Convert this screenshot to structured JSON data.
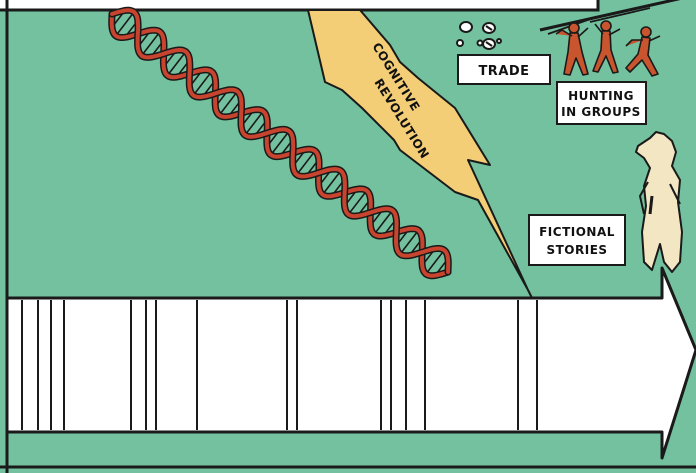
{
  "colors": {
    "background": "#73c19e",
    "ink": "#1a1a1a",
    "dna": "#c8442f",
    "lightning": "#f4cd77",
    "figures": "#c8552e",
    "creature": "#f3e6c3",
    "panel": "#ffffff"
  },
  "illustration": {
    "lightning_label": [
      "COGNITIVE",
      "REVOLUTION"
    ],
    "icons": [
      "dna-helix-icon",
      "lightning-bolt-icon",
      "coins-icon",
      "hunters-icon",
      "lion-man-figurine-icon",
      "timeline-arrow-icon"
    ]
  },
  "labels": {
    "trade": "TRADE",
    "hunting": [
      "HUNTING",
      "IN GROUPS"
    ],
    "fictional": [
      "FICTIONAL",
      "STORIES"
    ]
  }
}
